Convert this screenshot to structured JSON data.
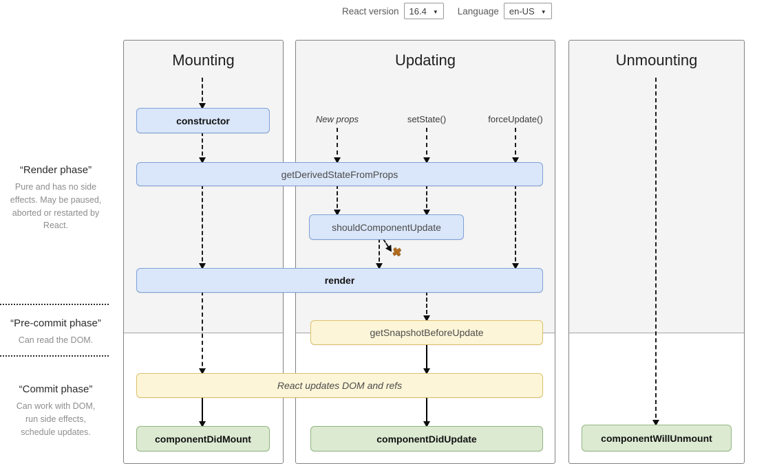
{
  "controls": {
    "react_version_label": "React version",
    "react_version_value": "16.4",
    "language_label": "Language",
    "language_value": "en-US",
    "caret_icon": "▼"
  },
  "columns": [
    {
      "title": "Mounting"
    },
    {
      "title": "Updating"
    },
    {
      "title": "Unmounting"
    }
  ],
  "phases": [
    {
      "title": "“Render phase”",
      "description": "Pure and has no side effects. May be paused, aborted or restarted by React."
    },
    {
      "title": "“Pre-commit phase”",
      "description": "Can read the DOM."
    },
    {
      "title": "“Commit phase”",
      "description": "Can work with DOM, run side effects, schedule updates."
    }
  ],
  "triggers": {
    "new_props": "New props",
    "set_state": "setState()",
    "force_update": "forceUpdate()"
  },
  "boxes": {
    "constructor": "constructor",
    "get_derived_state_from_props": "getDerivedStateFromProps",
    "should_component_update": "shouldComponentUpdate",
    "render": "render",
    "get_snapshot_before_update": "getSnapshotBeforeUpdate",
    "react_updates_dom": "React updates DOM and refs",
    "component_did_mount": "componentDidMount",
    "component_did_update": "componentDidUpdate",
    "component_will_unmount": "componentWillUnmount"
  },
  "icons": {
    "abort_cross": "✖"
  },
  "colors": {
    "lifecycle_fill": "#dae6f9",
    "lifecycle_border": "#7ea1d7",
    "side_effect_fill": "#fdf5d7",
    "side_effect_border": "#dcc16b",
    "commit_fill": "#dcead2",
    "commit_border": "#92b580",
    "cross": "#b06d1f"
  }
}
